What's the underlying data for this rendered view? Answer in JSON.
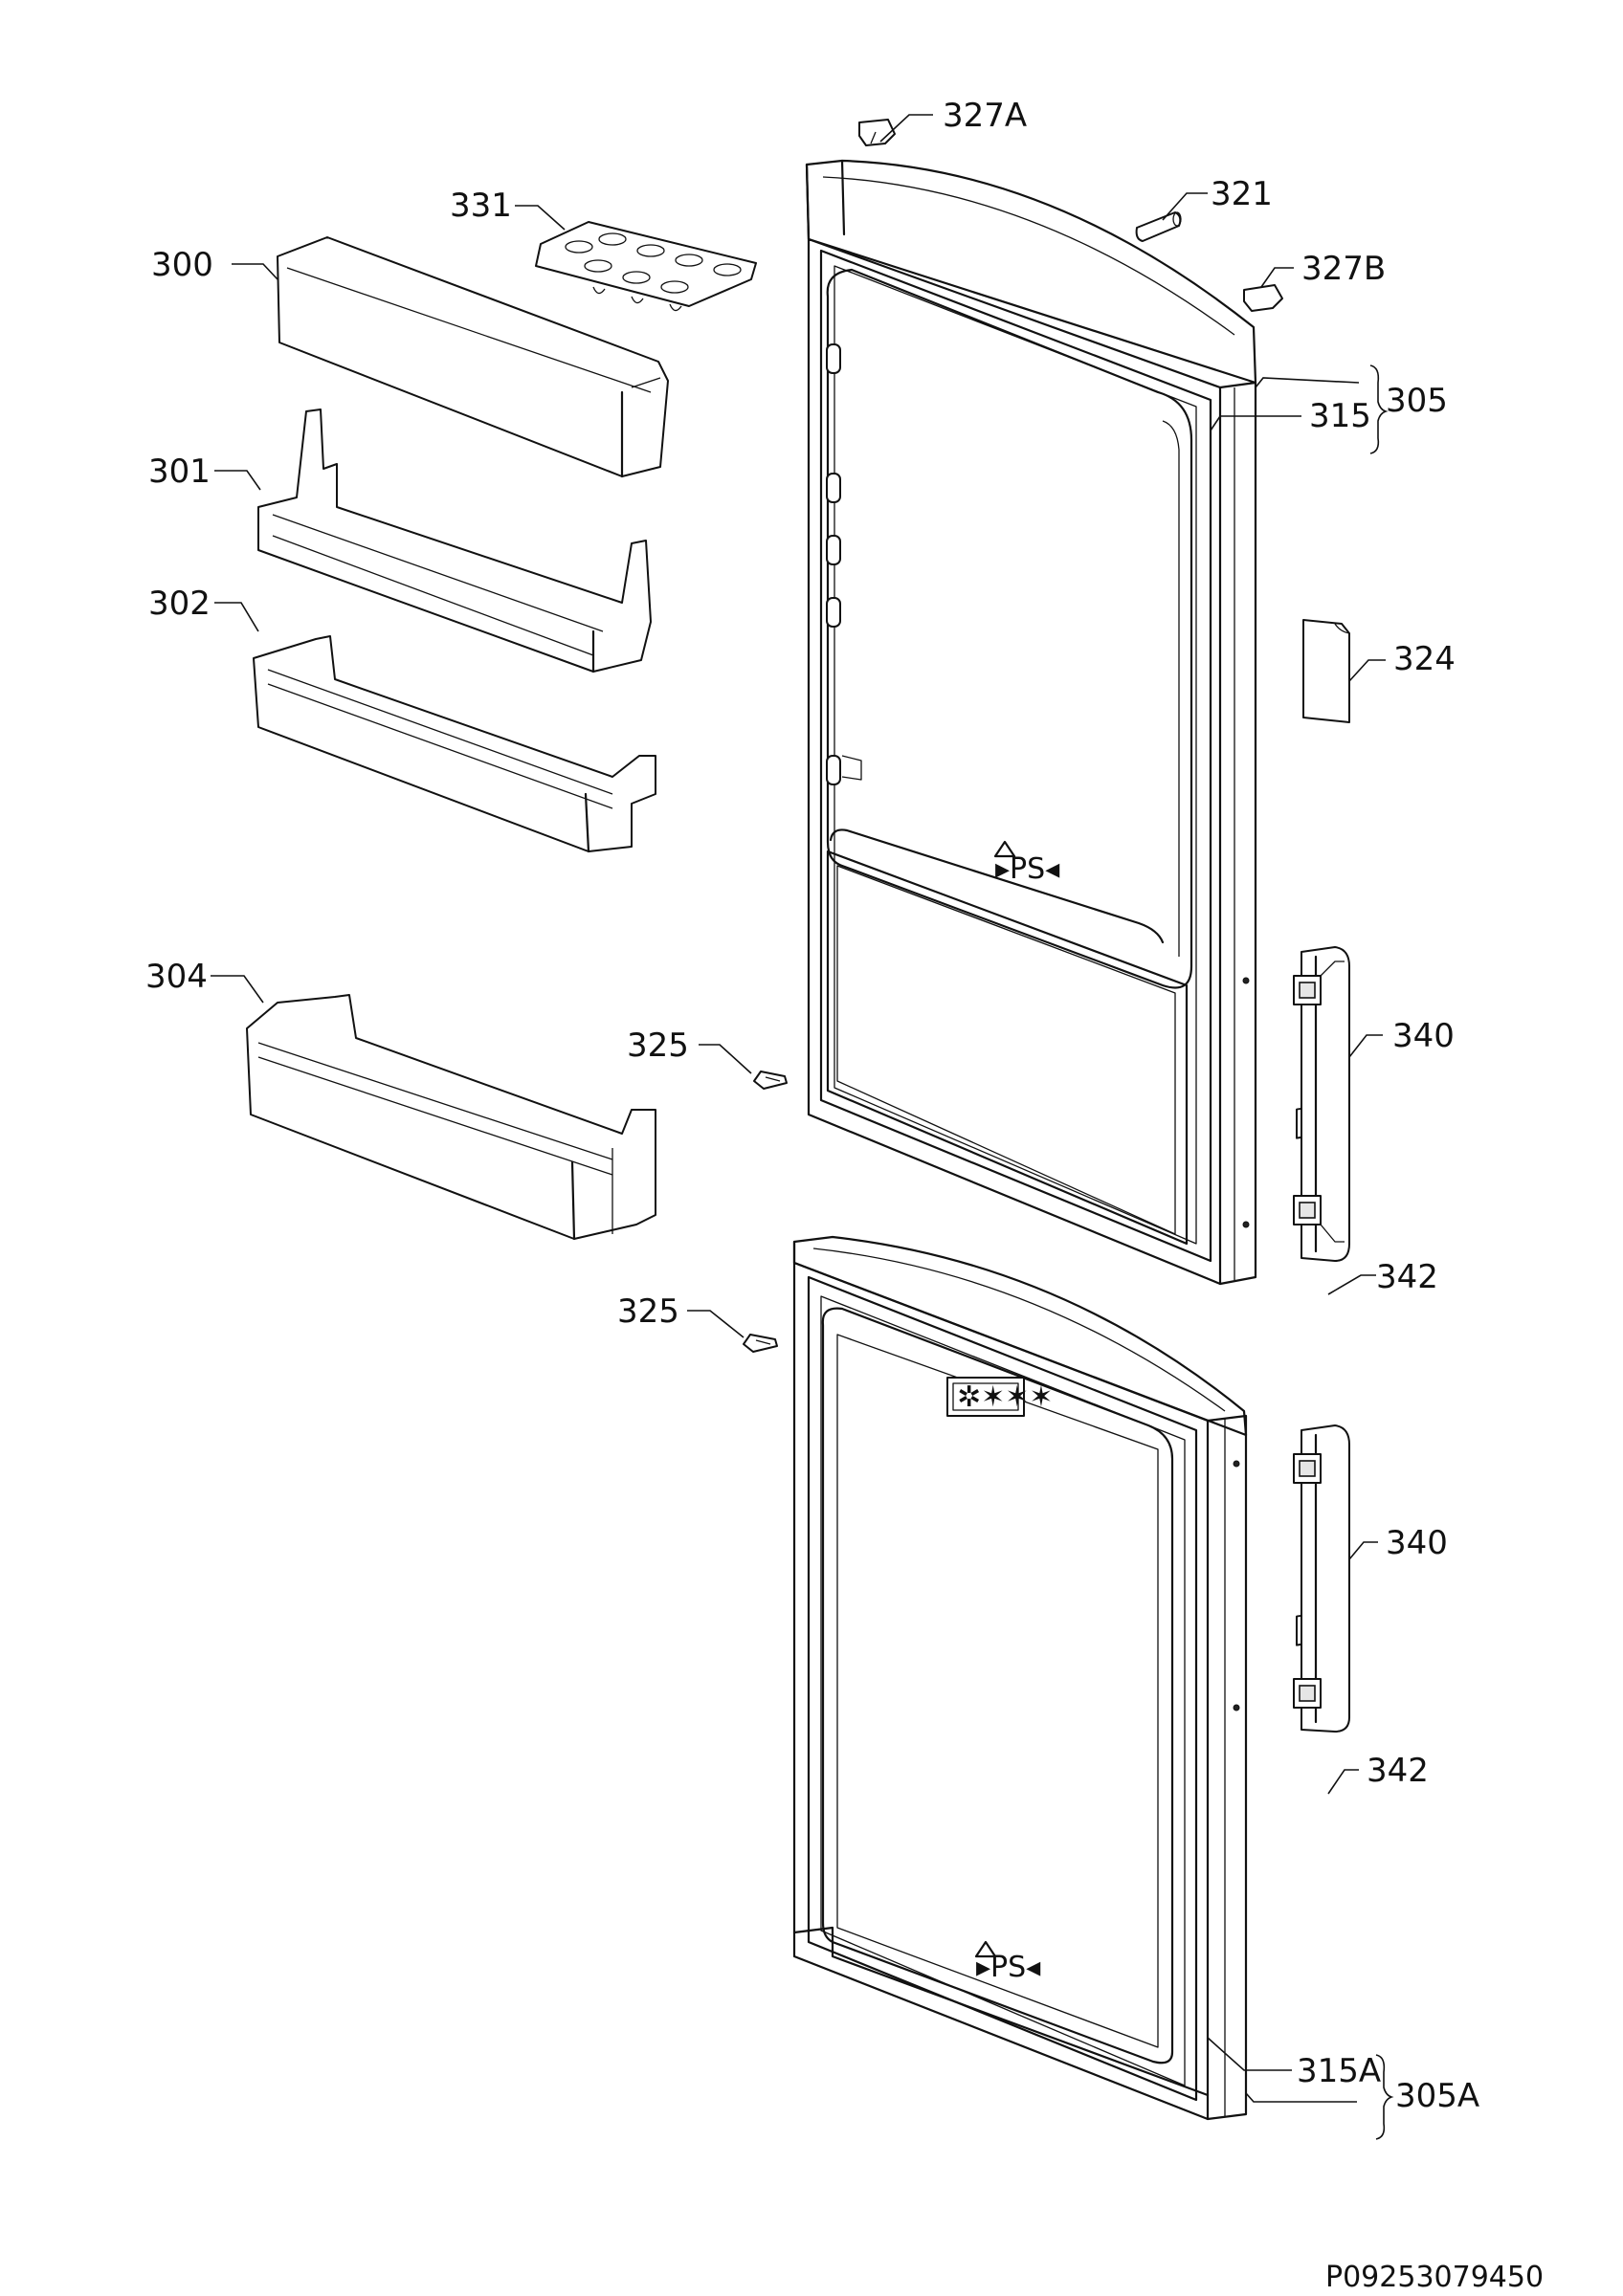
{
  "diagram": {
    "drawing_code": "P09253079450",
    "parts": [
      {
        "id": "p300",
        "label": "300"
      },
      {
        "id": "p301",
        "label": "301"
      },
      {
        "id": "p302",
        "label": "302"
      },
      {
        "id": "p304",
        "label": "304"
      },
      {
        "id": "p305",
        "label": "305"
      },
      {
        "id": "p305A",
        "label": "305A"
      },
      {
        "id": "p315",
        "label": "315"
      },
      {
        "id": "p315A",
        "label": "315A"
      },
      {
        "id": "p321",
        "label": "321"
      },
      {
        "id": "p324",
        "label": "324"
      },
      {
        "id": "p325a",
        "label": "325"
      },
      {
        "id": "p325b",
        "label": "325"
      },
      {
        "id": "p327A",
        "label": "327A"
      },
      {
        "id": "p327B",
        "label": "327B"
      },
      {
        "id": "p331",
        "label": "331"
      },
      {
        "id": "p340a",
        "label": "340"
      },
      {
        "id": "p340b",
        "label": "340"
      },
      {
        "id": "p342a",
        "label": "342"
      },
      {
        "id": "p342b",
        "label": "342"
      }
    ]
  }
}
